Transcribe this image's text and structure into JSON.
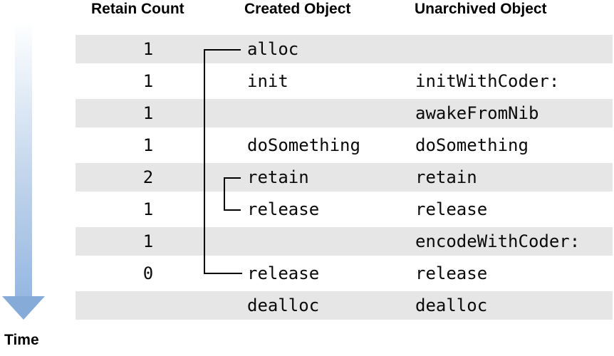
{
  "headers": [
    {
      "label": "Retain Count"
    },
    {
      "label": "Created Object"
    },
    {
      "label": "Unarchived Object"
    }
  ],
  "rows": [
    {
      "retain_count": "1",
      "created": "alloc",
      "unarchived": ""
    },
    {
      "retain_count": "1",
      "created": "init",
      "unarchived": "initWithCoder:"
    },
    {
      "retain_count": "1",
      "created": "",
      "unarchived": "awakeFromNib"
    },
    {
      "retain_count": "1",
      "created": "doSomething",
      "unarchived": "doSomething"
    },
    {
      "retain_count": "2",
      "created": "retain",
      "unarchived": "retain"
    },
    {
      "retain_count": "1",
      "created": "release",
      "unarchived": "release"
    },
    {
      "retain_count": "1",
      "created": "",
      "unarchived": "encodeWithCoder:"
    },
    {
      "retain_count": "0",
      "created": "release",
      "unarchived": "release"
    },
    {
      "retain_count": "",
      "created": "dealloc",
      "unarchived": "dealloc"
    }
  ],
  "time_label": "Time",
  "colors": {
    "row_stripe": "#e6e6e6",
    "line": "#000000",
    "arrow_gradient_top": "#feffff",
    "arrow_gradient_bottom": "#96b8e1",
    "arrow_head": "#87abd9"
  }
}
